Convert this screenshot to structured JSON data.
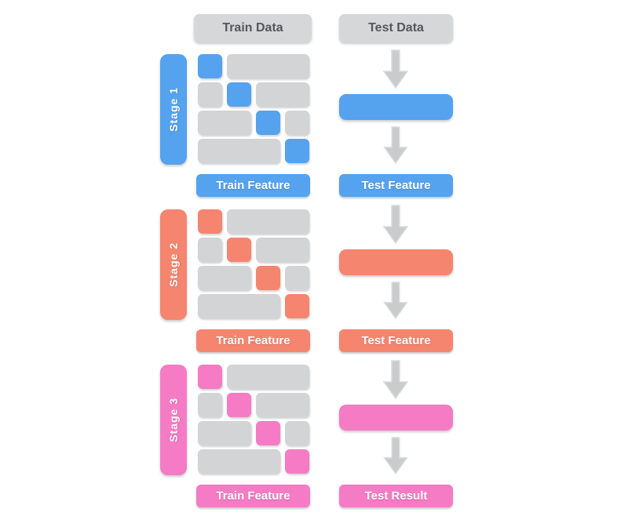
{
  "headers": {
    "train": "Train Data",
    "test": "Test Data"
  },
  "colors": {
    "stage1_blue": "#55a2ee",
    "stage2_salmon": "#f5856f",
    "stage3_pink": "#f57bc4",
    "gray_block": "#d2d4d6",
    "header_bg": "#d6d7d9",
    "header_text": "#56575b",
    "arrow_gray": "#c9cbcd",
    "label_text": "#ffffff"
  },
  "fold_pattern": [
    [
      {
        "fill": "stage",
        "span": 1
      },
      {
        "fill": "gray",
        "span": 3
      }
    ],
    [
      {
        "fill": "gray",
        "span": 1
      },
      {
        "fill": "stage",
        "span": 1
      },
      {
        "fill": "gray",
        "span": 2
      }
    ],
    [
      {
        "fill": "gray",
        "span": 2
      },
      {
        "fill": "stage",
        "span": 1
      },
      {
        "fill": "gray",
        "span": 1
      }
    ],
    [
      {
        "fill": "gray",
        "span": 3
      },
      {
        "fill": "stage",
        "span": 1
      }
    ]
  ],
  "stages": [
    {
      "name": "Stage 1",
      "color": "#55a2ee",
      "train_label": "Train Feature",
      "test_label": "Test Feature"
    },
    {
      "name": "Stage 2",
      "color": "#f5856f",
      "train_label": "Train Feature",
      "test_label": "Test Feature"
    },
    {
      "name": "Stage 3",
      "color": "#f57bc4",
      "train_label": "Train Feature",
      "test_label": "Test Result"
    }
  ],
  "icons": {
    "down_arrow": "down-arrow-icon"
  }
}
